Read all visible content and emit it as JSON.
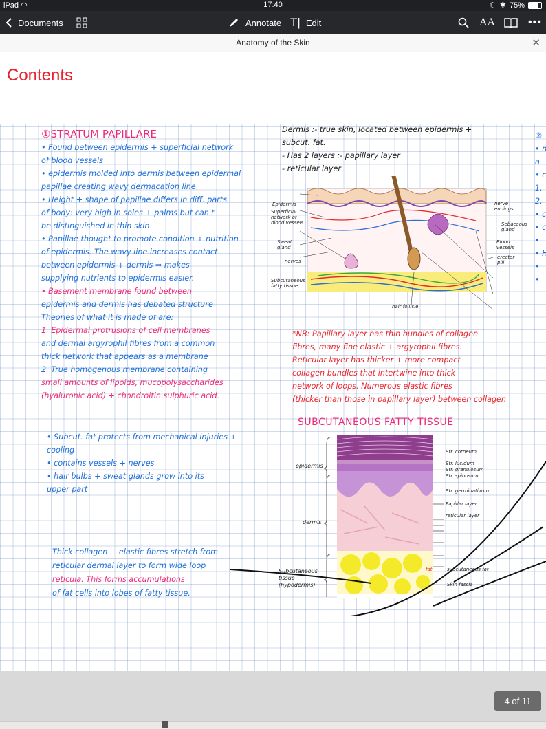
{
  "status": {
    "device": "iPad",
    "time": "17:40",
    "battery": "75%"
  },
  "toolbar": {
    "back_label": "Documents",
    "annotate_label": "Annotate",
    "edit_label": "Edit",
    "text_size_label": "AA"
  },
  "document": {
    "title": "Anatomy of the Skin"
  },
  "page": {
    "heading": "Contents",
    "left_lines": [
      {
        "text": "①STRATUM PAPILLARE",
        "color": "pink"
      },
      {
        "text": "• Found between epidermis + superficial network",
        "color": "blue"
      },
      {
        "text": "  of blood vessels",
        "color": "blue"
      },
      {
        "text": "• epidermis molded into dermis between epidermal",
        "color": "blue"
      },
      {
        "text": "  papillae creating wavy dermacation line",
        "color": "blue"
      },
      {
        "text": "• Height + shape of papillae differs in diff. parts",
        "color": "blue"
      },
      {
        "text": "  of body: very high in soles + palms but can't",
        "color": "blue"
      },
      {
        "text": "  be distinguished in thin skin",
        "color": "blue"
      },
      {
        "text": "• Papillae thought to promote condition + nutrition",
        "color": "blue"
      },
      {
        "text": "  of epidermis. The wavy line increases contact",
        "color": "blue"
      },
      {
        "text": "  between epidermis + dermis ⇒ makes",
        "color": "blue"
      },
      {
        "text": "  supplying nutrients to epidermis easier.",
        "color": "blue"
      },
      {
        "text": "• Basement membrane found between",
        "color": "pink"
      },
      {
        "text": "  epidermis and dermis has debated structure",
        "color": "blue"
      },
      {
        "text": "  Theories of what it is made of are:",
        "color": "blue"
      },
      {
        "text": "  1. Epidermal protrusions of cell membranes",
        "color": "pink"
      },
      {
        "text": "     and dermal argyrophil fibres from a common",
        "color": "blue"
      },
      {
        "text": "     thick network that appears as a membrane",
        "color": "blue"
      },
      {
        "text": "  2. True homogenous membrane containing",
        "color": "blue"
      },
      {
        "text": "     small amounts of lipoids, mucopolysaccharides",
        "color": "pink"
      },
      {
        "text": "     (hyaluronic acid) + chondroitin sulphuric acid.",
        "color": "pink"
      }
    ],
    "subcut_lines": [
      "• Subcut. fat protects from mechanical injuries +",
      "  cooling",
      "• contains vessels + nerves",
      "• hair bulbs + sweat glands grow into its",
      "  upper part"
    ],
    "collagen_lines": [
      {
        "text": "Thick collagen + elastic fibres stretch from",
        "color": "blue"
      },
      {
        "text": "reticular dermal layer to form wide loop",
        "color": "blue"
      },
      {
        "text": "reticula. This forms accumulations",
        "color": "pink"
      },
      {
        "text": "of fat cells into lobes of fatty tissue.",
        "color": "blue"
      }
    ],
    "dermis_lines": [
      "Dermis :- true skin, located between epidermis +",
      "         subcut. fat.",
      "  - Has 2 layers :- papillary layer",
      "                    - reticular layer"
    ],
    "nb_lines": [
      "*NB: Papillary layer has thin bundles of collagen",
      "  fibres, many fine elastic + argyrophil fibres.",
      "  Reticular layer has thicker + more compact",
      "  collagen bundles that intertwine into thick",
      "  network of loops. Numerous elastic fibres",
      "  (thicker than those in papillary layer) between collagen"
    ],
    "subcut_heading": "SUBCUTANEOUS FATTY TISSUE",
    "diagram1_labels": {
      "epidermis": "Epidermis",
      "superficial": "Superficial network of blood vessels",
      "sweat": "Sweat gland",
      "nerves": "nerves",
      "subcut": "Subcutaneous fatty tissue",
      "hair": "hair follicle",
      "nerve_endings": "nerve endings",
      "sebaceous": "Sebaceous gland",
      "blood": "Blood vessels",
      "erector": "erector pili"
    },
    "diagram2_labels": {
      "epidermis": "epidermis",
      "dermis": "dermis",
      "subcut": "Subcutaneous tissue (hypodermis)",
      "corneum": "Str. corneum",
      "lucidum": "Str. lucidum",
      "granulosum": "Str. granulosum",
      "spinosum": "Str. spinosum",
      "germinativum": "Str. germinativum",
      "papillar": "Papillar layer",
      "reticular": "reticular layer",
      "subfat": "subcutaneous fat",
      "fascia": "Skin fascia",
      "fat_marker": "fat"
    },
    "right_edge_marks": [
      "②",
      "• n",
      "a",
      "• co",
      "1.",
      "2.",
      "• c",
      "• c",
      "•",
      "• H",
      "•",
      "•"
    ]
  },
  "footer": {
    "page_indicator": "4 of 11"
  }
}
